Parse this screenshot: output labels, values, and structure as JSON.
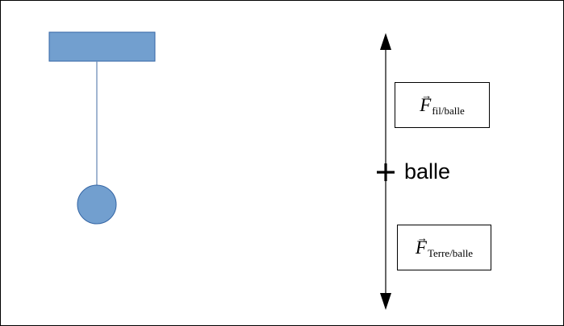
{
  "colors": {
    "shape_fill": "#729fcf",
    "shape_stroke": "#3465a4",
    "string": "#6f8fb8",
    "axis": "#000000"
  },
  "object_label": "balle",
  "forces": [
    {
      "symbol": "F",
      "subscript": "fil/balle"
    },
    {
      "symbol": "F",
      "subscript": "Terre/balle"
    }
  ]
}
